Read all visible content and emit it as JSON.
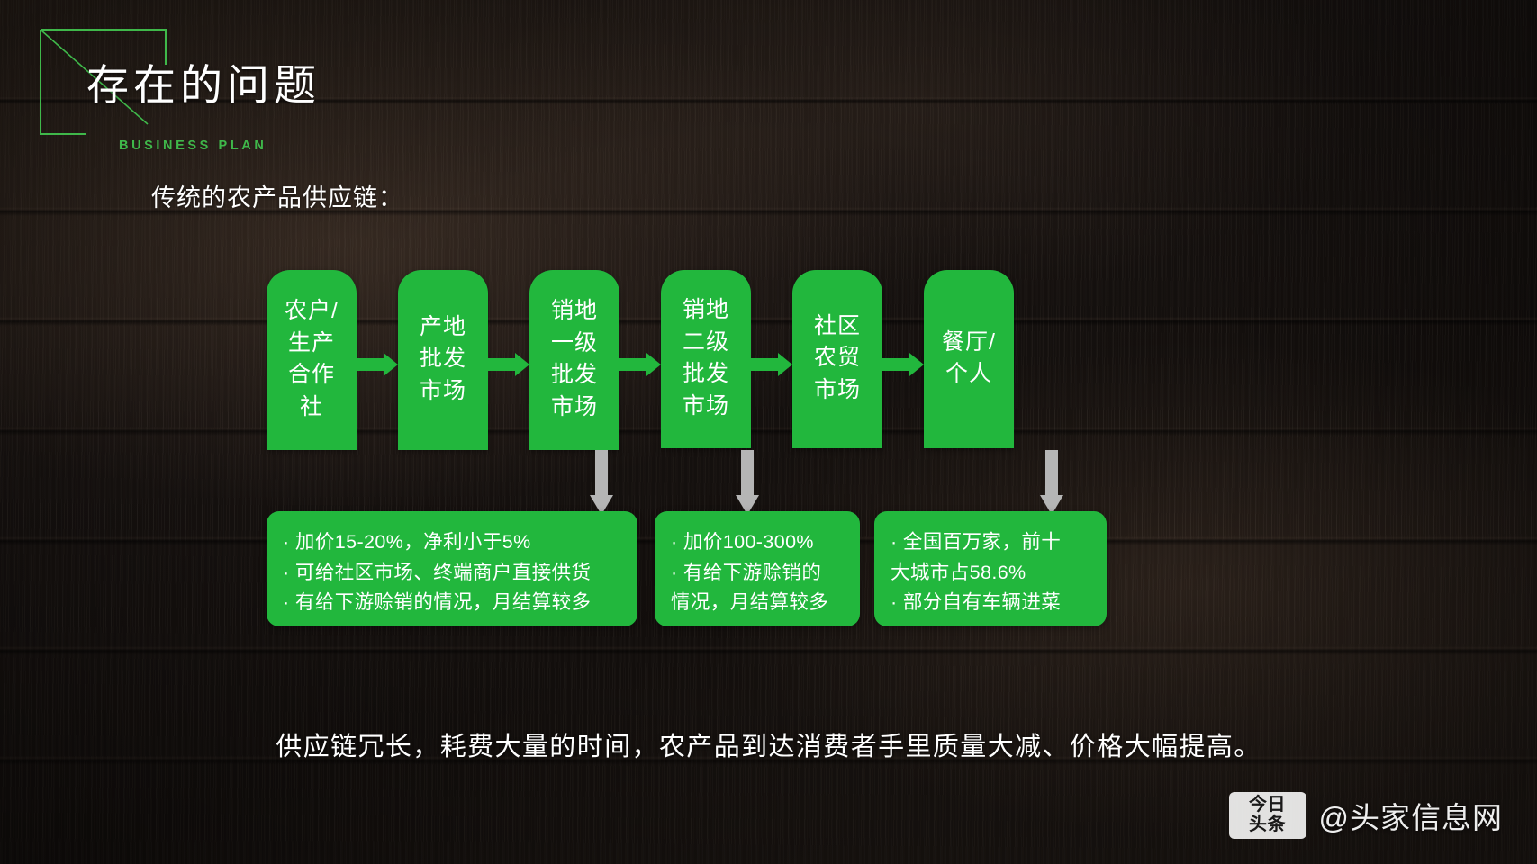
{
  "slide": {
    "title": "存在的问题",
    "subtitle": "BUSINESS PLAN",
    "lead_line": "传统的农产品供应链：",
    "summary": "供应链冗长，耗费大量的时间，农产品到达消费者手里质量大减、价格大幅提高。",
    "accent_color": "#22b73d",
    "title_accent_color": "#3fb84a",
    "connector_color": "#b5b5b5",
    "background_color": "#14100e"
  },
  "flow": {
    "nodes": [
      {
        "id": "farmer",
        "label": "农户/\n生产\n合作\n社"
      },
      {
        "id": "origin-wholesale",
        "label": "产地\n批发\n市场"
      },
      {
        "id": "sales-primary-wholesale",
        "label": "销地\n一级\n批发\n市场"
      },
      {
        "id": "sales-secondary-wholesale",
        "label": "销地\n二级\n批发\n市场"
      },
      {
        "id": "community-market",
        "label": "社区\n农贸\n市场"
      },
      {
        "id": "restaurant-individual",
        "label": "餐厅/\n个人"
      }
    ],
    "arrow_label": "arrow-right-icon"
  },
  "callouts": [
    {
      "id": "callout-origin-wholesale",
      "items": [
        "· 加价15-20%，净利小于5%",
        "· 可给社区市场、终端商户直接供货",
        "· 有给下游赊销的情况，月结算较多"
      ]
    },
    {
      "id": "callout-secondary-wholesale",
      "items": [
        "· 加价100-300%",
        "· 有给下游赊销的\n情况，月结算较多"
      ]
    },
    {
      "id": "callout-community-market",
      "items": [
        "· 全国百万家，前十\n大城市占58.6%",
        "· 部分自有车辆进菜"
      ]
    }
  ],
  "watermark": {
    "logo_line1": "今日",
    "logo_line2": "头条",
    "text": "@头家信息网"
  }
}
